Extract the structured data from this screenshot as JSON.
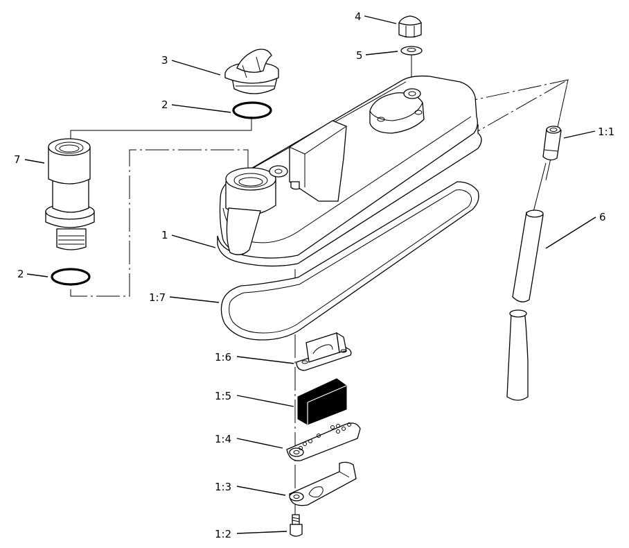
{
  "diagram": {
    "labels": [
      {
        "key": "l4",
        "text": "4"
      },
      {
        "key": "l5",
        "text": "5"
      },
      {
        "key": "l3",
        "text": "3"
      },
      {
        "key": "l2a",
        "text": "2"
      },
      {
        "key": "l7",
        "text": "7"
      },
      {
        "key": "l1",
        "text": "1"
      },
      {
        "key": "l2b",
        "text": "2"
      },
      {
        "key": "l17",
        "text": "1:7"
      },
      {
        "key": "l11",
        "text": "1:1"
      },
      {
        "key": "l6",
        "text": "6"
      },
      {
        "key": "l16",
        "text": "1:6"
      },
      {
        "key": "l15",
        "text": "1:5"
      },
      {
        "key": "l14",
        "text": "1:4"
      },
      {
        "key": "l13",
        "text": "1:3"
      },
      {
        "key": "l12",
        "text": "1:2"
      }
    ]
  }
}
